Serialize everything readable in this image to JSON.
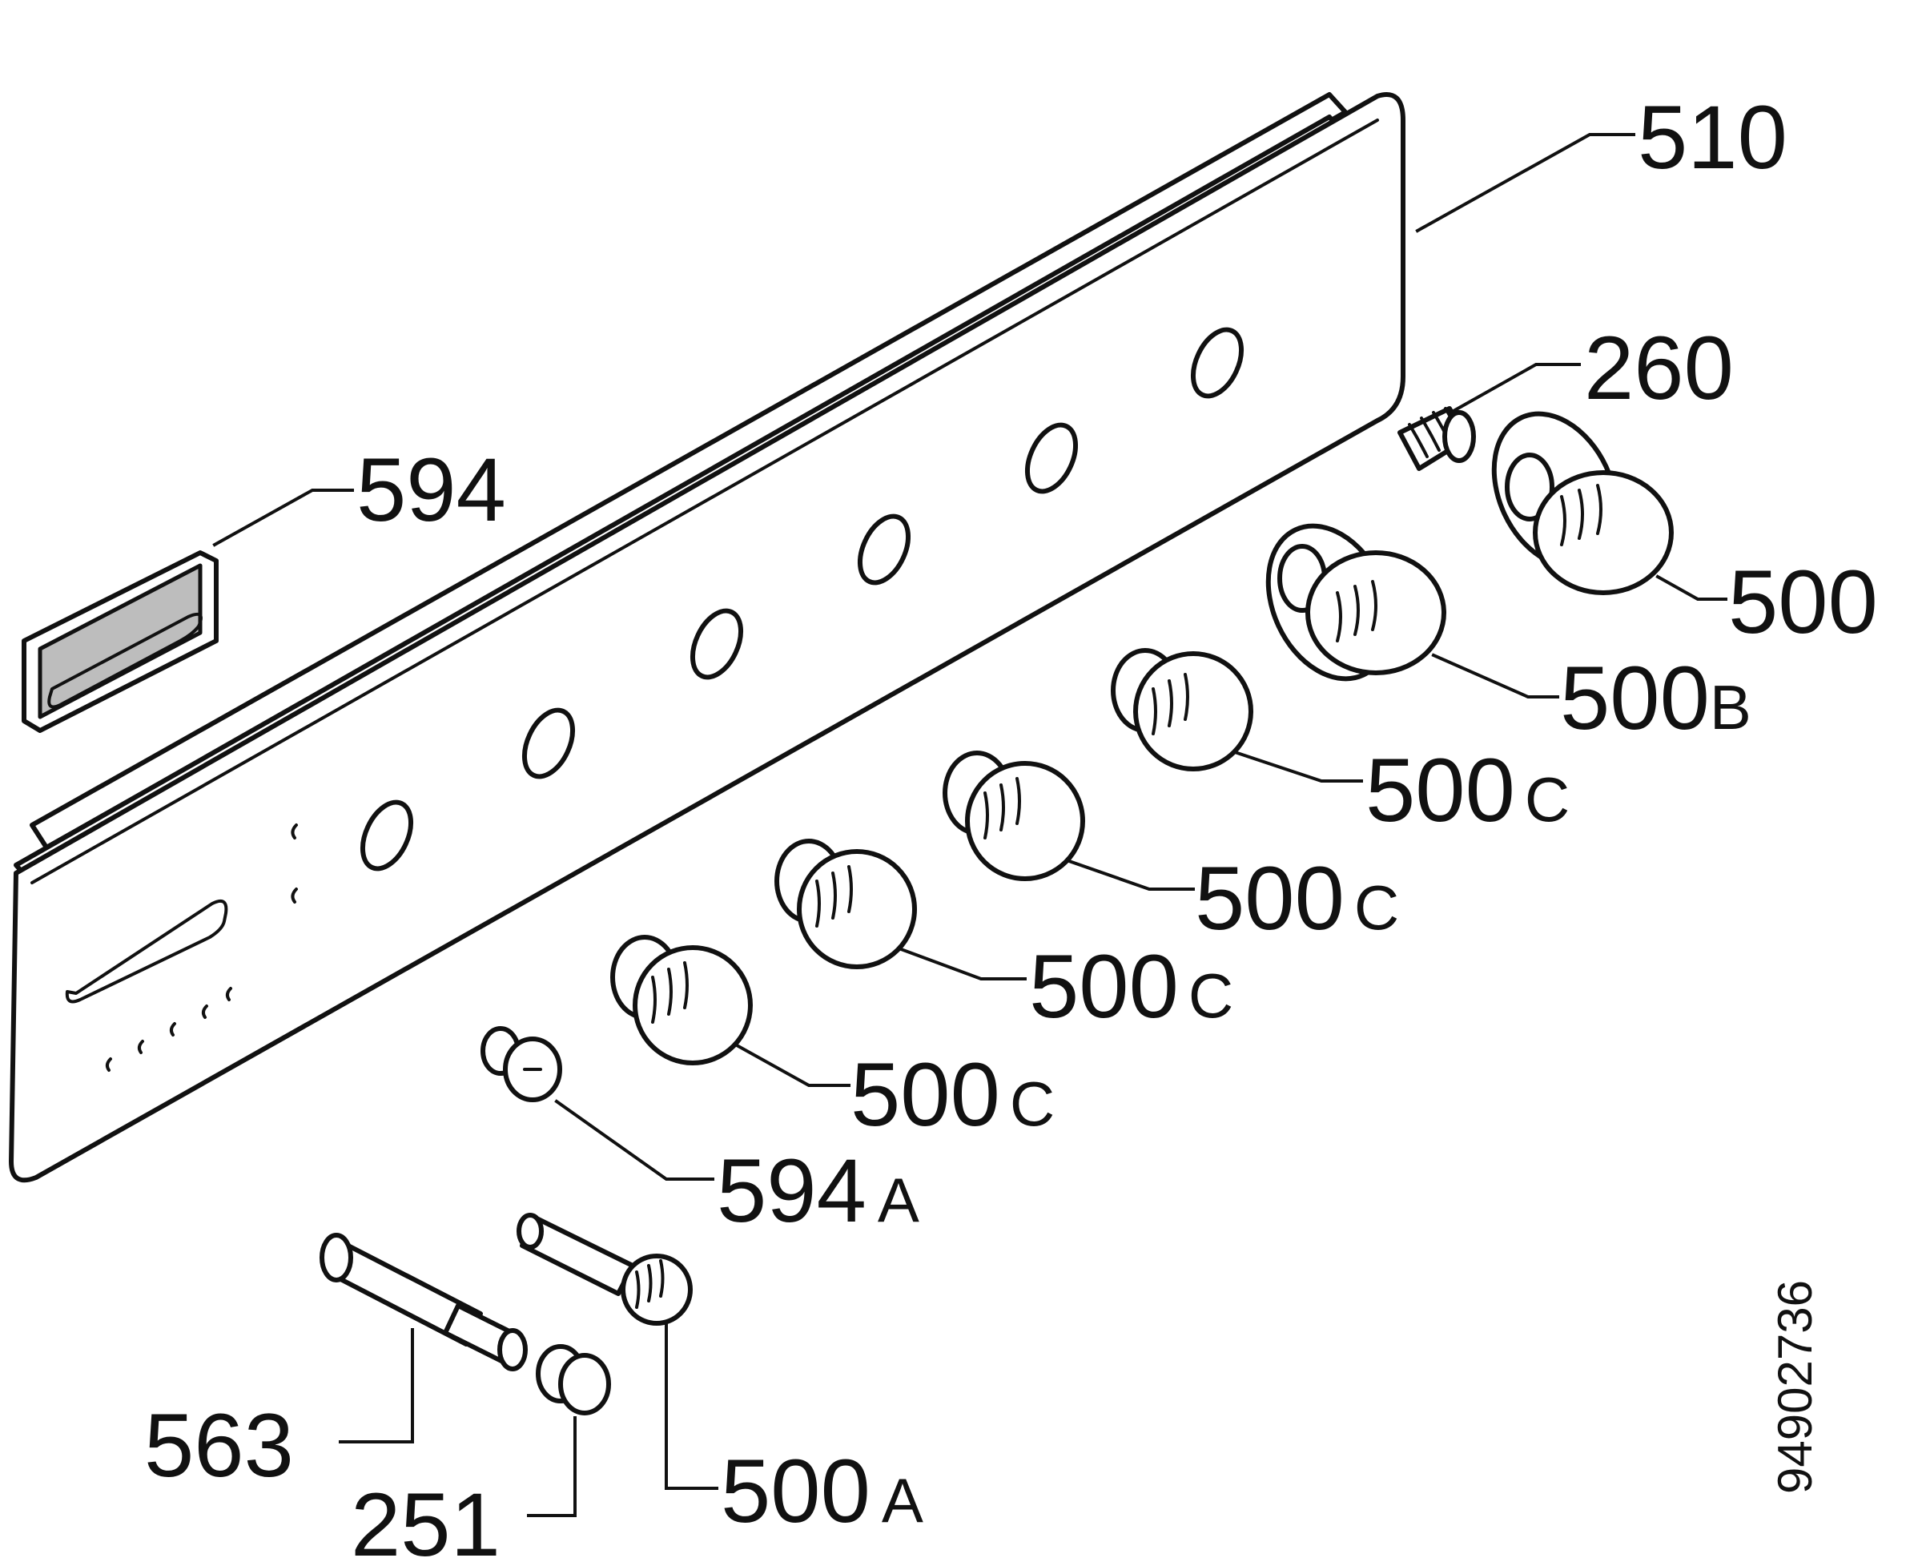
{
  "diagram": {
    "callouts": [
      {
        "id": "510",
        "number": "510",
        "suffix": ""
      },
      {
        "id": "260",
        "number": "260",
        "suffix": ""
      },
      {
        "id": "594",
        "number": "594",
        "suffix": ""
      },
      {
        "id": "500",
        "number": "500",
        "suffix": ""
      },
      {
        "id": "500B",
        "number": "500",
        "suffix": "B"
      },
      {
        "id": "500C-1",
        "number": "500",
        "suffix": "C"
      },
      {
        "id": "500C-2",
        "number": "500",
        "suffix": "C"
      },
      {
        "id": "500C-3",
        "number": "500",
        "suffix": "C"
      },
      {
        "id": "500C-4",
        "number": "500",
        "suffix": "C"
      },
      {
        "id": "594A",
        "number": "594",
        "suffix": "A"
      },
      {
        "id": "563",
        "number": "563",
        "suffix": ""
      },
      {
        "id": "251",
        "number": "251",
        "suffix": ""
      },
      {
        "id": "500A",
        "number": "500",
        "suffix": "A"
      }
    ],
    "document_number": "94902736"
  }
}
